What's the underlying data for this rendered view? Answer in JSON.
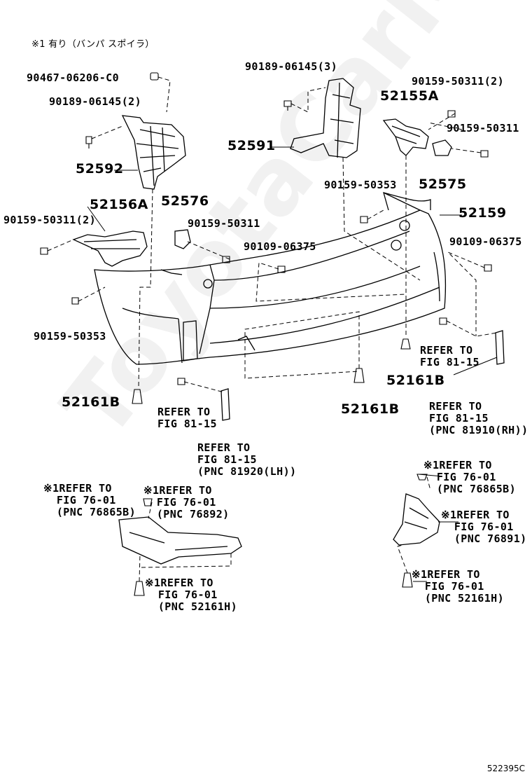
{
  "header_note": "※1 有り（バンパ スポイラ）",
  "watermark": "ToyotaCarMine.ru",
  "diagram_id": "522395C",
  "labels": {
    "p90467_06206": "90467-06206-C0",
    "p90189_06145_2": "90189-06145(2)",
    "p52592": "52592",
    "p90189_06145_3": "90189-06145(3)",
    "p52591": "52591",
    "p90159_50311_2_right": "90159-50311(2)",
    "p52155A": "52155A",
    "p90159_50311_right": "90159-50311",
    "p52575": "52575",
    "p90159_50353_top": "90159-50353",
    "p52159": "52159",
    "p52156A": "52156A",
    "p52576": "52576",
    "p90159_50311_2_left": "90159-50311(2)",
    "p90159_50311_mid": "90159-50311",
    "p90109_06375_mid": "90109-06375",
    "p90109_06375_right": "90109-06375",
    "p90159_50353_left": "90159-50353",
    "p52161B_left": "52161B",
    "p52161B_mid": "52161B",
    "p52161B_right": "52161B",
    "ref_81_15_a": "REFER TO\nFIG 81-15",
    "ref_81_15_b": "REFER TO\nFIG 81-15",
    "ref_81_15_lh": "REFER TO\nFIG 81-15\n(PNC 81920(LH))",
    "ref_81_15_rh": "REFER TO\nFIG 81-15\n(PNC 81910(RH))",
    "ref_76865_left": "※1REFER TO\n  FIG 76-01\n  (PNC 76865B)",
    "ref_76892": "※1REFER TO\n  FIG 76-01\n  (PNC 76892)",
    "ref_52161H_left": "※1REFER TO\n  FIG 76-01\n  (PNC 52161H)",
    "ref_76865_right": "※1REFER TO\n  FIG 76-01\n  (PNC 76865B)",
    "ref_76891": "※1REFER TO\n  FIG 76-01\n  (PNC 76891)",
    "ref_52161H_right": "※1REFER TO\n  FIG 76-01\n  (PNC 52161H)"
  }
}
